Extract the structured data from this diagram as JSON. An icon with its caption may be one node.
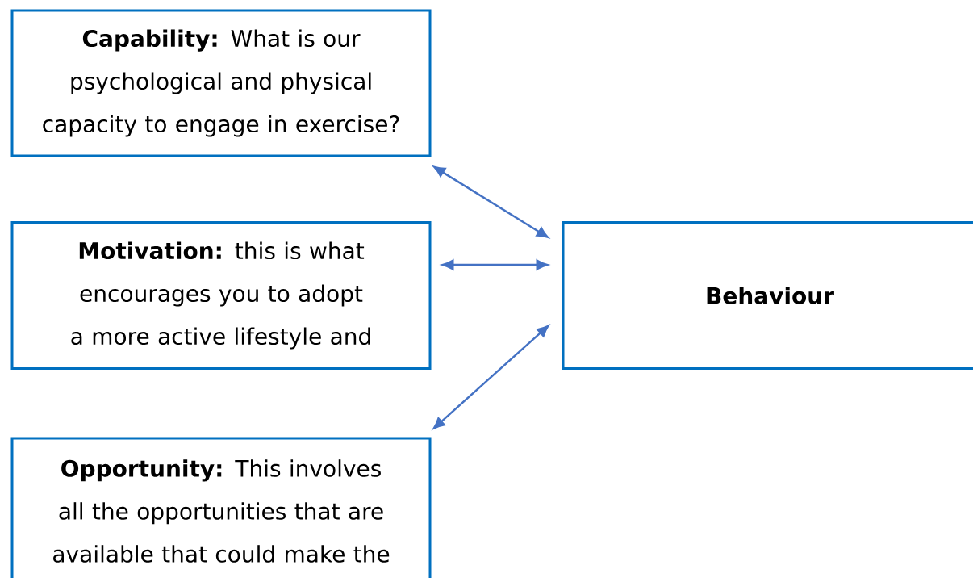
{
  "diagram": {
    "nodes": [
      {
        "text": [
          "**Capability:** What is our psychological and physical capacity to engage in exercise?"
        ]
      },
      {
        "text": [
          "**Motivation:**  this is what encourages you to adopt a more active lifestyle and"
        ]
      },
      {
        "text": [
          "Behaviour"
        ]
      },
      {
        "text": [
          "**Opportunity:**  This involves all the opportunities that are available that could make the"
        ]
      }
    ],
    "edges": [
      {
        "from": 0,
        "to": 2,
        "arrow": "both"
      },
      {
        "from": 1,
        "to": 2,
        "arrow": "both"
      },
      {
        "from": 3,
        "to": 2,
        "arrow": "both"
      }
    ]
  }
}
